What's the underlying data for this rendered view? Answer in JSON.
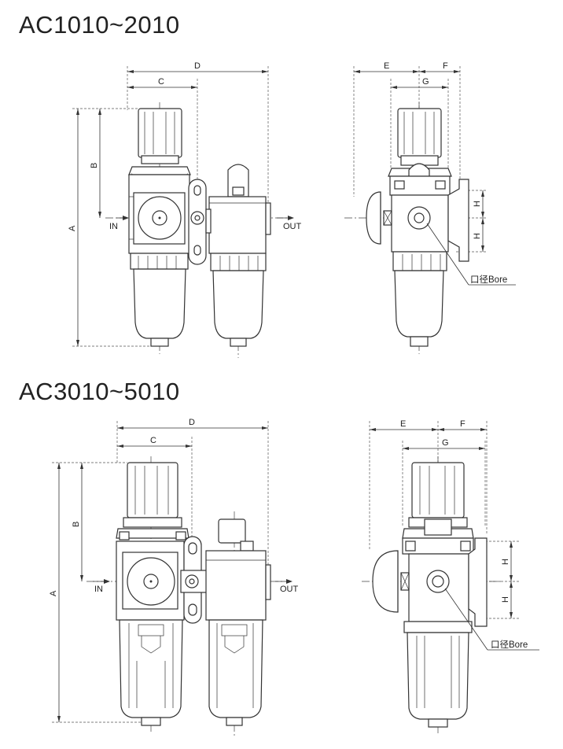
{
  "titles": {
    "top": "AC1010~2010",
    "bottom": "AC3010~5010"
  },
  "dimensions": {
    "a": "A",
    "b": "B",
    "c": "C",
    "d": "D",
    "e": "E",
    "f": "F",
    "g": "G",
    "h": "H"
  },
  "ports": {
    "in": "IN",
    "out": "OUT"
  },
  "bore_label": "口径Bore"
}
